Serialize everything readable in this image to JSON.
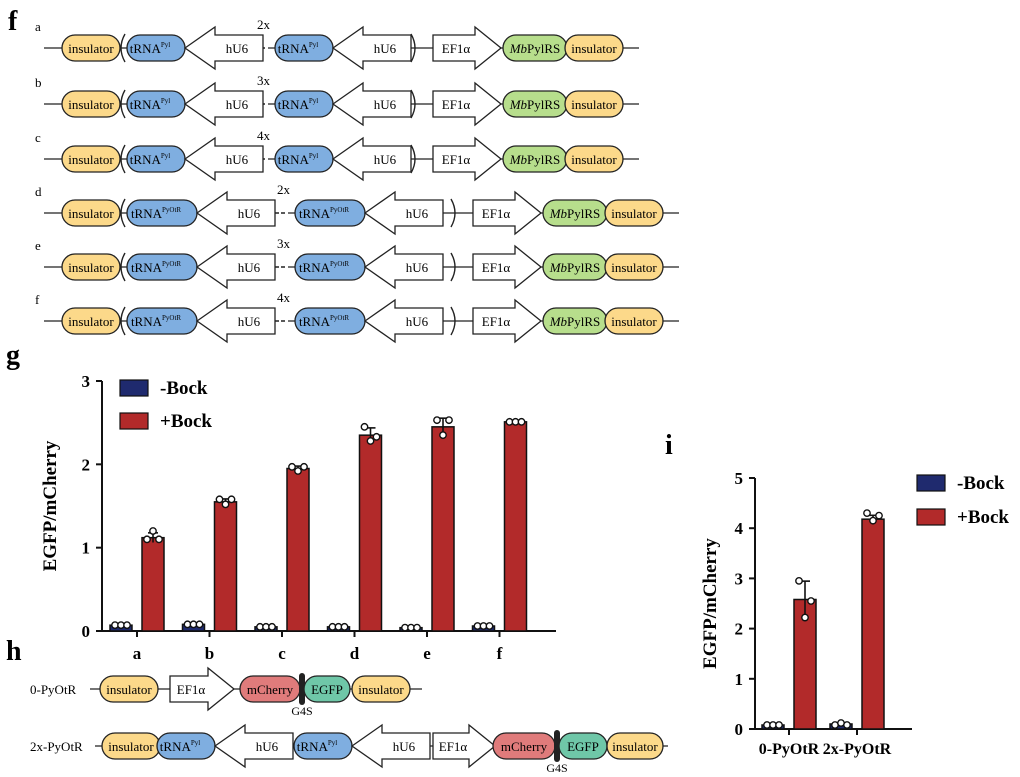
{
  "panel_labels": {
    "f": "f",
    "g": "g",
    "h": "h",
    "i": "i"
  },
  "constructs_f": {
    "rows": [
      {
        "letter": "a",
        "copies": "2x",
        "trna": "tRNA",
        "sup": "Pyl"
      },
      {
        "letter": "b",
        "copies": "3x",
        "trna": "tRNA",
        "sup": "Pyl"
      },
      {
        "letter": "c",
        "copies": "4x",
        "trna": "tRNA",
        "sup": "Pyl"
      },
      {
        "letter": "d",
        "copies": "2x",
        "trna": "tRNA",
        "sup": "PyOtR"
      },
      {
        "letter": "e",
        "copies": "3x",
        "trna": "tRNA",
        "sup": "PyOtR"
      },
      {
        "letter": "f",
        "copies": "4x",
        "trna": "tRNA",
        "sup": "PyOtR"
      }
    ],
    "insulator": "insulator",
    "promoter_hu6": "hU6",
    "promoter_ef1a": "EF1α",
    "enzyme_italic": "Mb",
    "enzyme": "PylRS"
  },
  "constructs_h": {
    "row1_label": "0-PyOtR",
    "row2_label": "2x-PyOtR",
    "insulator": "insulator",
    "ef1a": "EF1α",
    "mcherry": "mCherry",
    "egfp": "EGFP",
    "linker": "G4S",
    "trna": "tRNA",
    "sup": "Pyl",
    "hu6": "hU6"
  },
  "colors": {
    "insulator": "#FCD98A",
    "trna": "#7FAEE0",
    "enzyme": "#B7DE8C",
    "mcherry": "#E07B7B",
    "egfp": "#6FC7A8",
    "minus_bock": "#1F2A6E",
    "plus_bock": "#B22A2A"
  },
  "chart_data": [
    {
      "type": "bar",
      "ylabel": "EGFP/mCherry",
      "ylim": [
        0,
        3
      ],
      "yticks": [
        "0",
        "1",
        "2",
        "3"
      ],
      "categories": [
        "a",
        "b",
        "c",
        "d",
        "e",
        "f"
      ],
      "series": [
        {
          "name": "-Bock",
          "values": [
            0.07,
            0.08,
            0.05,
            0.05,
            0.04,
            0.06
          ],
          "points": [
            [
              0.07,
              0.07,
              0.07
            ],
            [
              0.08,
              0.08,
              0.08
            ],
            [
              0.05,
              0.05,
              0.05
            ],
            [
              0.05,
              0.05,
              0.05
            ],
            [
              0.04,
              0.04,
              0.04
            ],
            [
              0.06,
              0.06,
              0.06
            ]
          ]
        },
        {
          "name": "+Bock",
          "values": [
            1.12,
            1.55,
            1.95,
            2.35,
            2.45,
            2.51
          ],
          "points": [
            [
              1.1,
              1.2,
              1.1
            ],
            [
              1.58,
              1.52,
              1.58
            ],
            [
              1.97,
              1.92,
              1.97
            ],
            [
              2.45,
              2.28,
              2.33
            ],
            [
              2.53,
              2.35,
              2.53
            ],
            [
              2.51,
              2.51,
              2.51
            ]
          ]
        }
      ],
      "legend": "top-left"
    },
    {
      "type": "bar",
      "ylabel": "EGFP/mCherry",
      "ylim": [
        0,
        5
      ],
      "yticks": [
        "0",
        "1",
        "2",
        "3",
        "4",
        "5"
      ],
      "categories": [
        "0-PyOtR",
        "2x-PyOtR"
      ],
      "series": [
        {
          "name": "-Bock",
          "values": [
            0.08,
            0.1
          ],
          "points": [
            [
              0.08,
              0.08,
              0.08
            ],
            [
              0.08,
              0.12,
              0.08
            ]
          ]
        },
        {
          "name": "+Bock",
          "values": [
            2.58,
            4.18
          ],
          "points": [
            [
              2.95,
              2.22,
              2.55
            ],
            [
              4.3,
              4.15,
              4.25
            ]
          ]
        }
      ],
      "legend": "top-right"
    }
  ]
}
